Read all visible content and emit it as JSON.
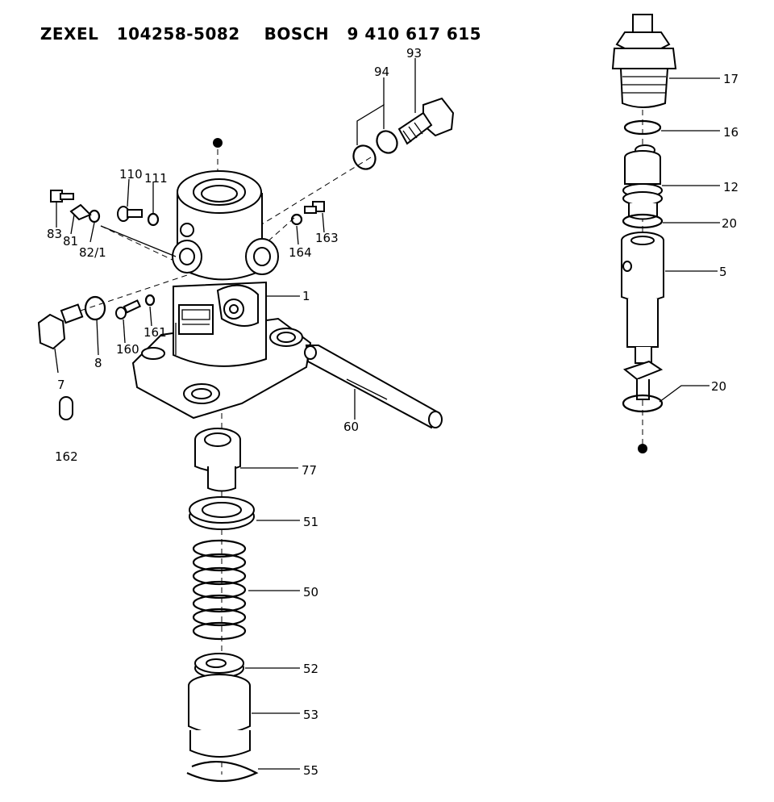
{
  "header": {
    "brand1": "ZEXEL",
    "part1": "104258-5082",
    "brand2": "BOSCH",
    "part2": "9 410 617 615"
  },
  "callouts": [
    "93",
    "94",
    "110",
    "111",
    "83",
    "81",
    "82/1",
    "163",
    "164",
    "1",
    "161",
    "160",
    "8",
    "7",
    "162",
    "60",
    "77",
    "51",
    "50",
    "52",
    "53",
    "55",
    "17",
    "16",
    "12",
    "20",
    "5",
    "20"
  ]
}
